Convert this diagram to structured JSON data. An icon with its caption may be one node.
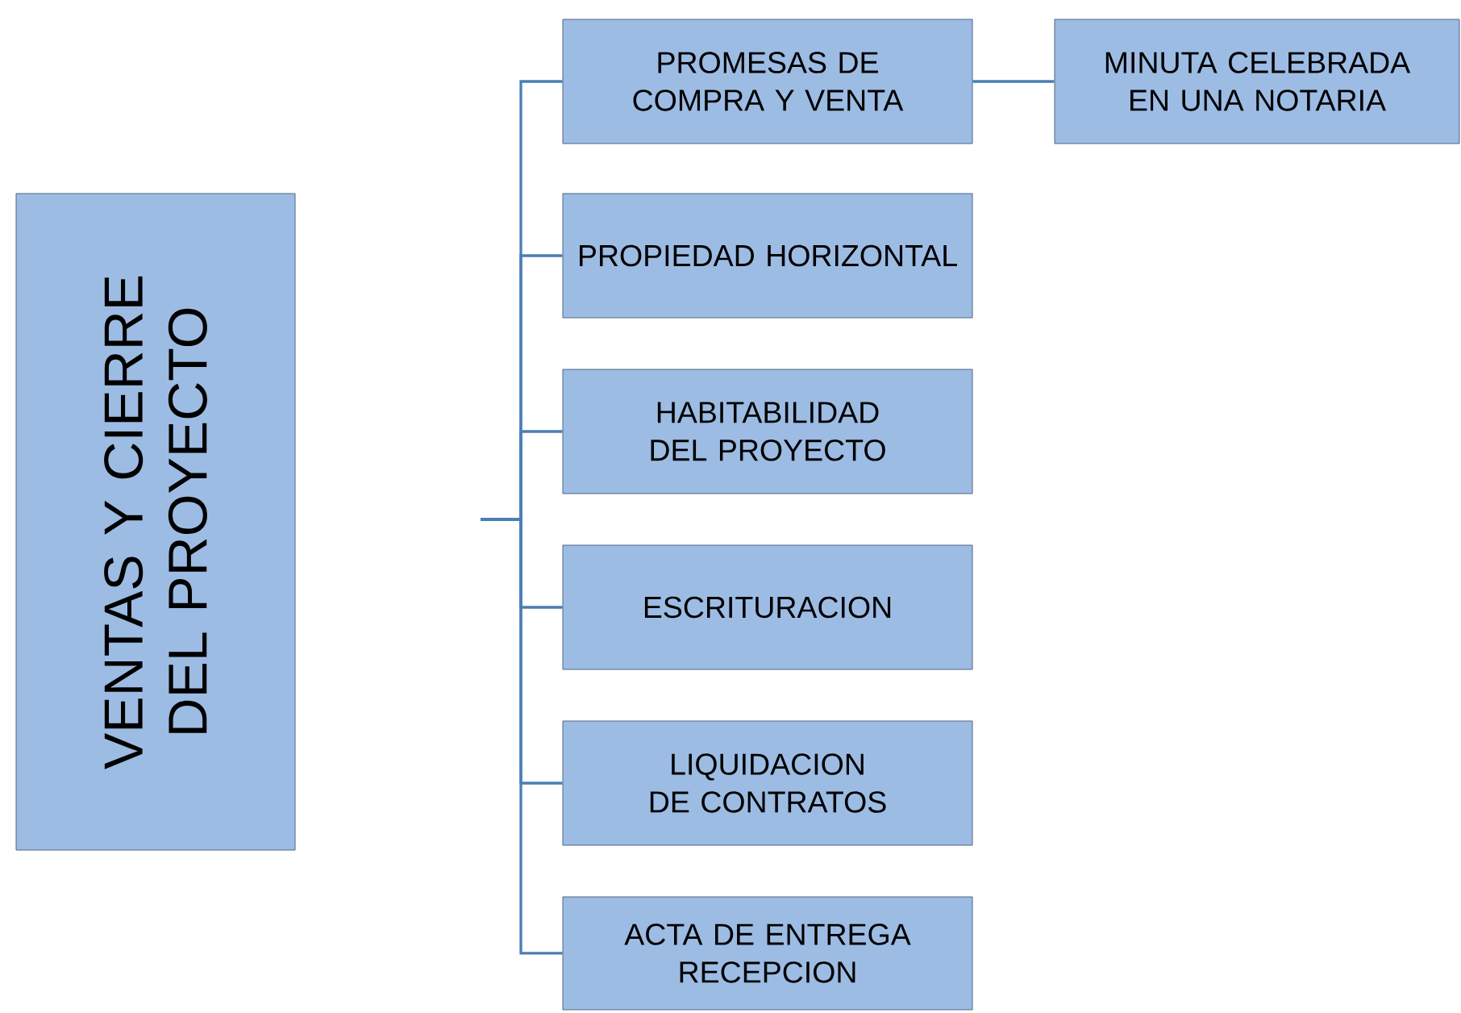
{
  "diagram": {
    "nodes": [
      {
        "text": [
          "VENTAS Y CIERRE DEL PROYECTO"
        ]
      },
      {
        "text": [
          "PROMESAS DE COMPRA Y VENTA"
        ]
      },
      {
        "text": [
          "MINUTA CELEBRADA EN UNA NOTARIA"
        ]
      },
      {
        "text": [
          "PROPIEDAD HORIZONTAL"
        ]
      },
      {
        "text": [
          "HABITABILIDAD DEL PROYECTO"
        ]
      },
      {
        "text": [
          "ESCRITURACION"
        ]
      },
      {
        "text": [
          "LIQUIDACION DE CONTRATOS"
        ]
      },
      {
        "text": [
          "ACTA DE ENTREGA RECEPCION"
        ]
      }
    ],
    "edges": [
      {
        "from": null,
        "to": 1,
        "arrow": "none"
      },
      {
        "from": 1,
        "to": 2,
        "arrow": "none"
      },
      {
        "from": null,
        "to": 3,
        "arrow": "none"
      },
      {
        "from": null,
        "to": 4,
        "arrow": "none"
      },
      {
        "from": null,
        "to": 5,
        "arrow": "none"
      },
      {
        "from": null,
        "to": 6,
        "arrow": "none"
      },
      {
        "from": null,
        "to": 7,
        "arrow": "none"
      }
    ]
  }
}
